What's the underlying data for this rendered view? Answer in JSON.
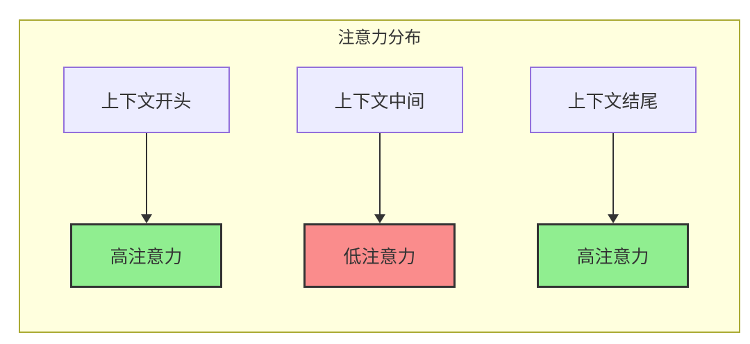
{
  "diagram": {
    "title": "注意力分布",
    "columns": [
      {
        "source_label": "上下文开头",
        "target_label": "高注意力",
        "level": "high"
      },
      {
        "source_label": "上下文中间",
        "target_label": "低注意力",
        "level": "low"
      },
      {
        "source_label": "上下文结尾",
        "target_label": "高注意力",
        "level": "high"
      }
    ],
    "colors": {
      "canvas_bg": "#ffffff",
      "container_fill": "#ffffde",
      "container_border": "#aaaa33",
      "source_fill": "#ececff",
      "source_border": "#9370db",
      "high_fill": "#90ee90",
      "low_fill": "#fa8c8c",
      "result_border": "#333333",
      "arrow_color": "#333333",
      "text_color": "#333333"
    }
  }
}
